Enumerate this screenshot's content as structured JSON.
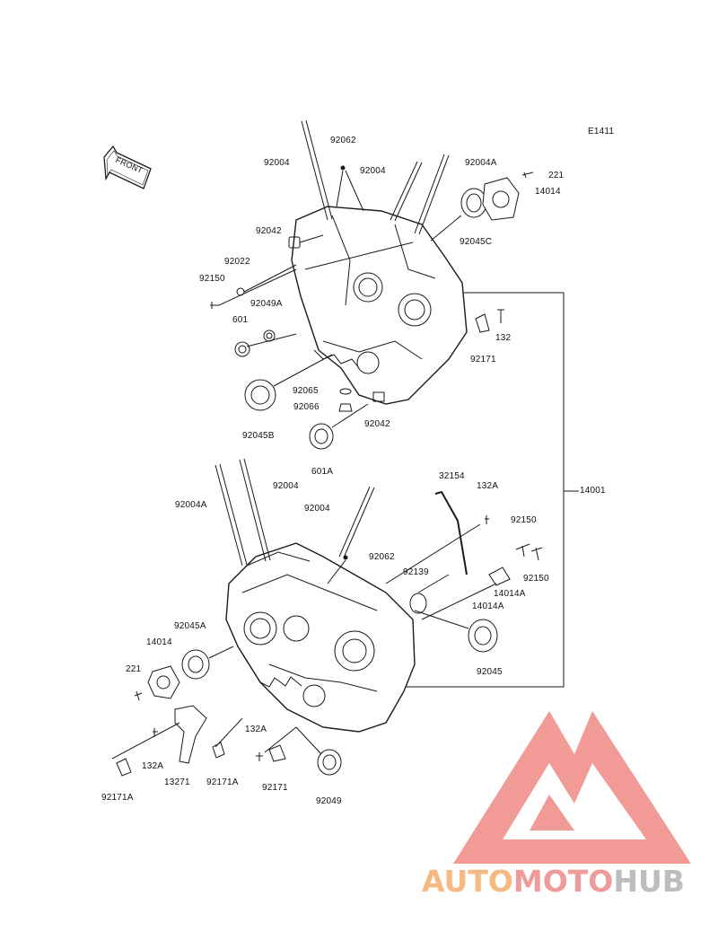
{
  "diagram": {
    "code": "E1411",
    "front_arrow_text": "FRONT",
    "colors": {
      "line": "#1a1a1a",
      "part_fill": "#ffffff",
      "watermark_red": "#f08a84",
      "watermark_orange": "#f5b981",
      "watermark_gray": "#bdbdbd"
    },
    "labels": {
      "top_92004_left": "92004",
      "top_92062": "92062",
      "top_92004_mid": "92004",
      "top_92004A": "92004A",
      "top_221": "221",
      "top_14014": "14014",
      "top_92045C": "92045C",
      "top_92042": "92042",
      "top_92022": "92022",
      "top_92150": "92150",
      "top_92049A": "92049A",
      "top_601": "601",
      "top_132": "132",
      "top_92171": "92171",
      "top_92065": "92065",
      "top_92066": "92066",
      "top_92042_b": "92042",
      "top_92045B": "92045B",
      "top_601A": "601A",
      "set_14001": "14001",
      "bot_32154": "32154",
      "bot_132A": "132A",
      "bot_92004": "92004",
      "bot_92004A": "92004A",
      "bot_92004_mid": "92004",
      "bot_92150_a": "92150",
      "bot_92062": "92062",
      "bot_92139": "92139",
      "bot_92150_b": "92150",
      "bot_14014A_a": "14014A",
      "bot_14014A_b": "14014A",
      "bot_92045A": "92045A",
      "bot_14014": "14014",
      "bot_221": "221",
      "bot_92045": "92045",
      "bot_132A_b": "132A",
      "bot_132A_c": "132A",
      "bot_13271": "13271",
      "bot_92171A_a": "92171A",
      "bot_92171": "92171",
      "bot_92049": "92049",
      "bot_92171A_b": "92171A"
    }
  },
  "watermark": {
    "part1": "AUTO",
    "part2": "MOTO",
    "part3": "HUB"
  }
}
